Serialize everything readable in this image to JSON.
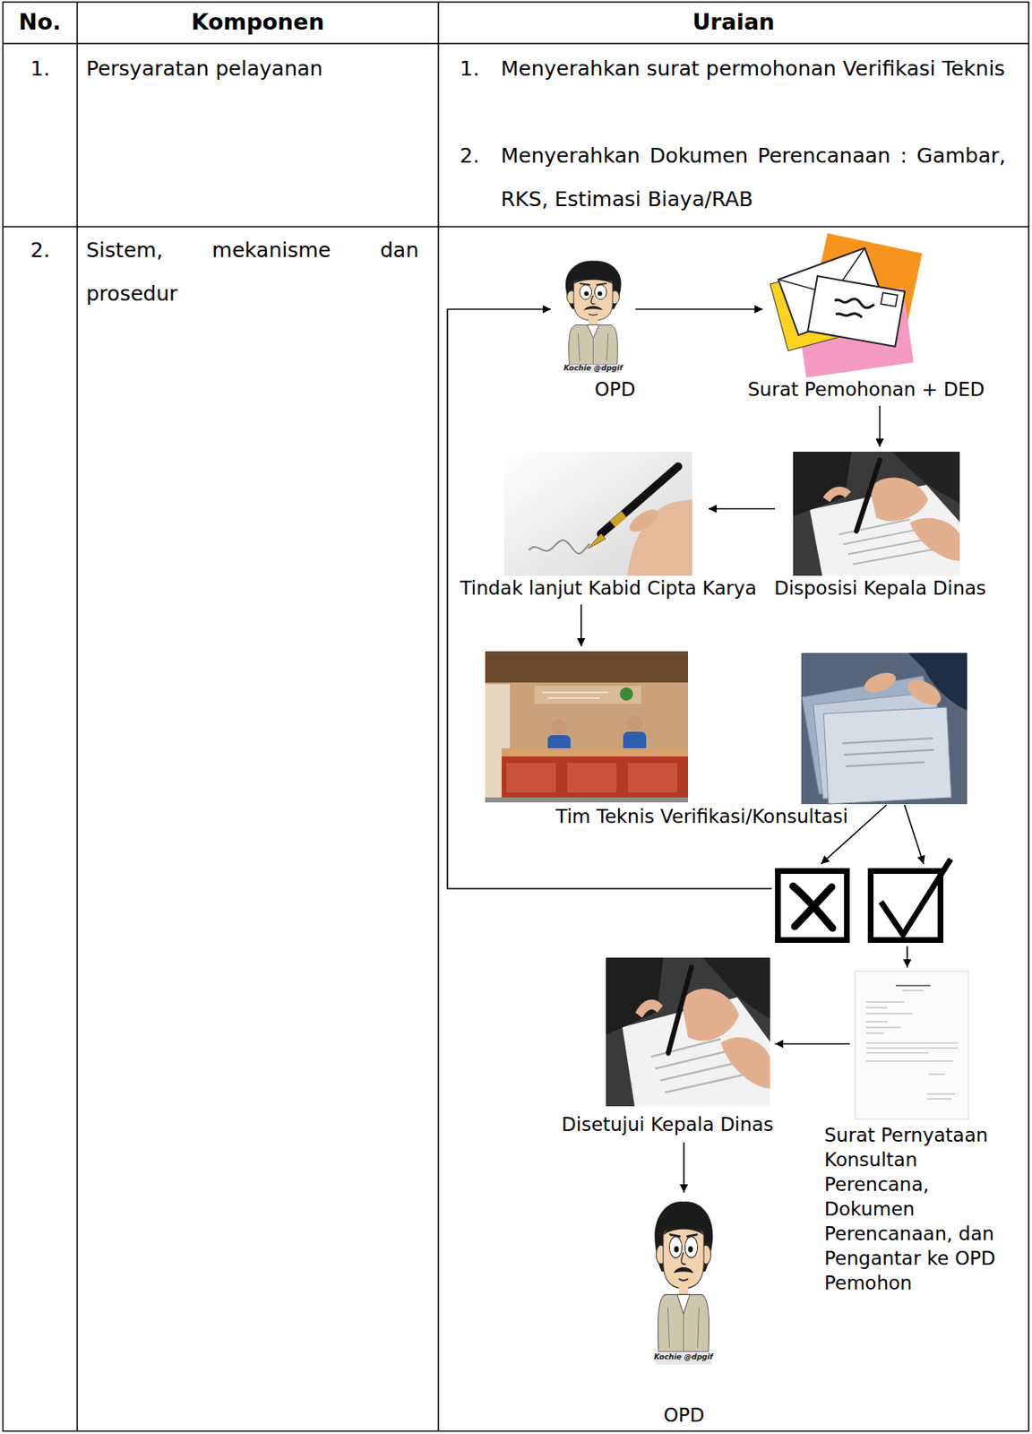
{
  "diagram": {
    "nodes": [
      {
        "text": [
          "OPD"
        ]
      },
      {
        "text": [
          "Surat Pemohonan + DED"
        ]
      },
      {
        "text": [
          "Tindak lanjut Kabid Cipta Karya"
        ]
      },
      {
        "text": [
          "Disposisi Kepala Dinas"
        ]
      },
      {
        "text": [
          "Tim Teknis Verifikasi/Konsultasi"
        ]
      },
      {
        "text": [
          "Disetujui Kepala Dinas"
        ]
      },
      {
        "text": [
          "Surat Pernyataan Konsultan Perencana, Dokumen Perencanaan, dan Pengantar ke OPD Pemohon"
        ]
      },
      {
        "text": [
          "OPD"
        ]
      }
    ],
    "edges": [
      {
        "from": 0,
        "to": 1,
        "arrow": "to"
      },
      {
        "from": 1,
        "to": 3,
        "arrow": "to"
      },
      {
        "from": 3,
        "to": 2,
        "arrow": "to"
      },
      {
        "from": 2,
        "to": 4,
        "arrow": "to"
      },
      {
        "from": 4,
        "to": 0,
        "arrow": "to"
      },
      {
        "from": 4,
        "to": 6,
        "arrow": "to"
      },
      {
        "from": 6,
        "to": 5,
        "arrow": "to"
      },
      {
        "from": 5,
        "to": 7,
        "arrow": "to"
      }
    ],
    "labels": [
      "No.",
      "Komponen",
      "Uraian",
      "1.",
      "Persyaratan pelayanan",
      "1.",
      "Menyerahkan surat permohonan Verifikasi Teknis",
      "2.",
      "Menyerahkan Dokumen Perencanaan : Gambar, RKS, Estimasi Biaya/RAB",
      "2.",
      "Sistem, mekanisme dan prosedur",
      "Kochie @dpgif",
      "Kochie @dpgif"
    ]
  }
}
